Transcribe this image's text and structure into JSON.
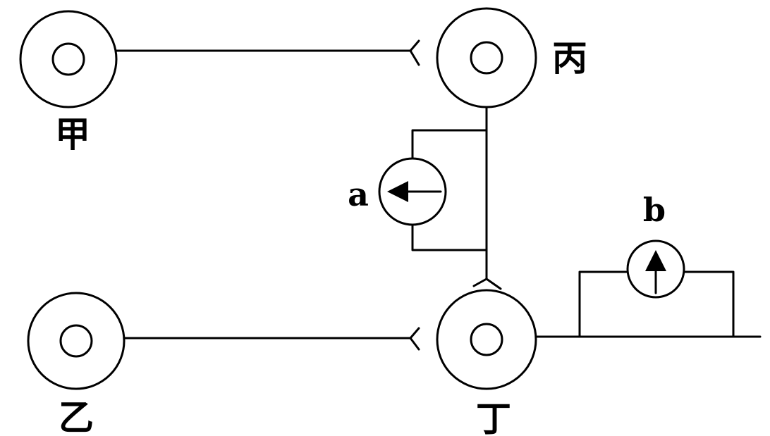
{
  "labels": {
    "jia": "甲",
    "yi": "乙",
    "bing": "丙",
    "ding": "丁",
    "meter_a": "a",
    "meter_b": "b"
  },
  "colors": {
    "line": "#000000",
    "background": "#ffffff"
  },
  "icons": {
    "meter_a": "ammeter-arrow-left-icon",
    "meter_b": "ammeter-arrow-up-icon"
  }
}
